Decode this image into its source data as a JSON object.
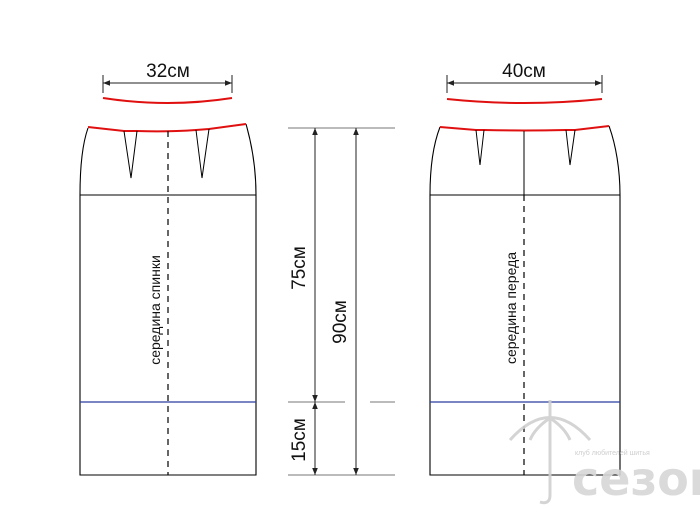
{
  "back": {
    "waist_measure": "32см",
    "center_label": "середина спинки"
  },
  "front": {
    "waist_measure": "40см",
    "center_label": "середина переда"
  },
  "dimensions": {
    "upper_length": "75см",
    "total_length": "90см",
    "lower_length": "15см"
  },
  "watermark": {
    "tagline": "клуб любителей шитья",
    "brand": "сезон"
  },
  "colors": {
    "outline": "#000000",
    "waistband": "#e01010",
    "hem_line": "#2a3fa0",
    "dimension_line": "#777777"
  }
}
